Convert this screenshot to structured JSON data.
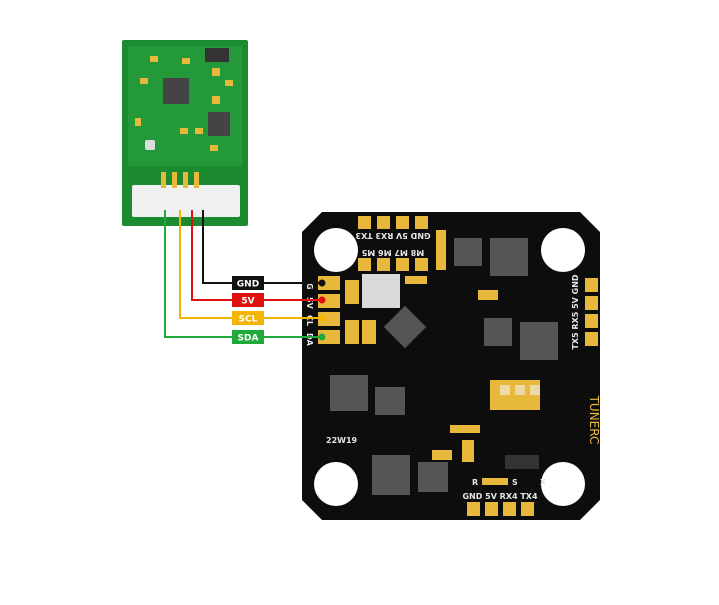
{
  "wires": [
    {
      "label": "GND",
      "color": "#111111"
    },
    {
      "label": "5V",
      "color": "#e01010"
    },
    {
      "label": "SCL",
      "color": "#f5b400"
    },
    {
      "label": "SDA",
      "color": "#1faa3a"
    }
  ],
  "board": {
    "brand": "TUNERC",
    "model": "22W19",
    "top_pads": "GND 5V RX3 TX3",
    "motor_pads": "M8 M7 M6 M5",
    "left_pads": [
      "G",
      "5V",
      "CL",
      "DA"
    ],
    "right_pads": "TX5 RX5 5V GND",
    "bottom_pads": "GND 5V RX4 TX4",
    "jumper_left": "R",
    "jumper_right": "S",
    "mark": "X"
  },
  "colors": {
    "pcb_green": "#1c8a2e",
    "pcb_black": "#0d0d0d",
    "gold": "#e8b83a",
    "chip": "#555555"
  }
}
